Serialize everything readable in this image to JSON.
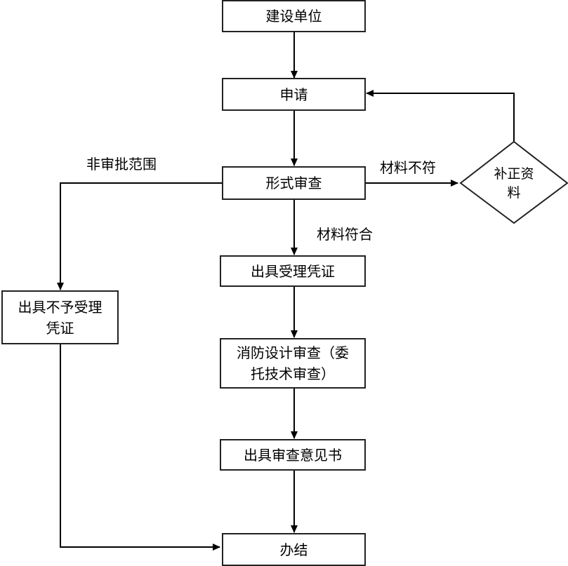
{
  "nodes": {
    "builder": "建设单位",
    "apply": "申请",
    "formal_review": "形式审查",
    "accept_receipt": "出具受理凭证",
    "design_review_line1": "消防设计审查（委",
    "design_review_line2": "托技术审查）",
    "opinion": "出具审查意见书",
    "done": "办结",
    "reject_line1": "出具不予受理",
    "reject_line2": "凭证",
    "supplement_line1": "补正资",
    "supplement_line2": "料"
  },
  "edges": {
    "out_of_scope": "非审批范围",
    "not_match": "材料不符",
    "match": "材料符合"
  }
}
